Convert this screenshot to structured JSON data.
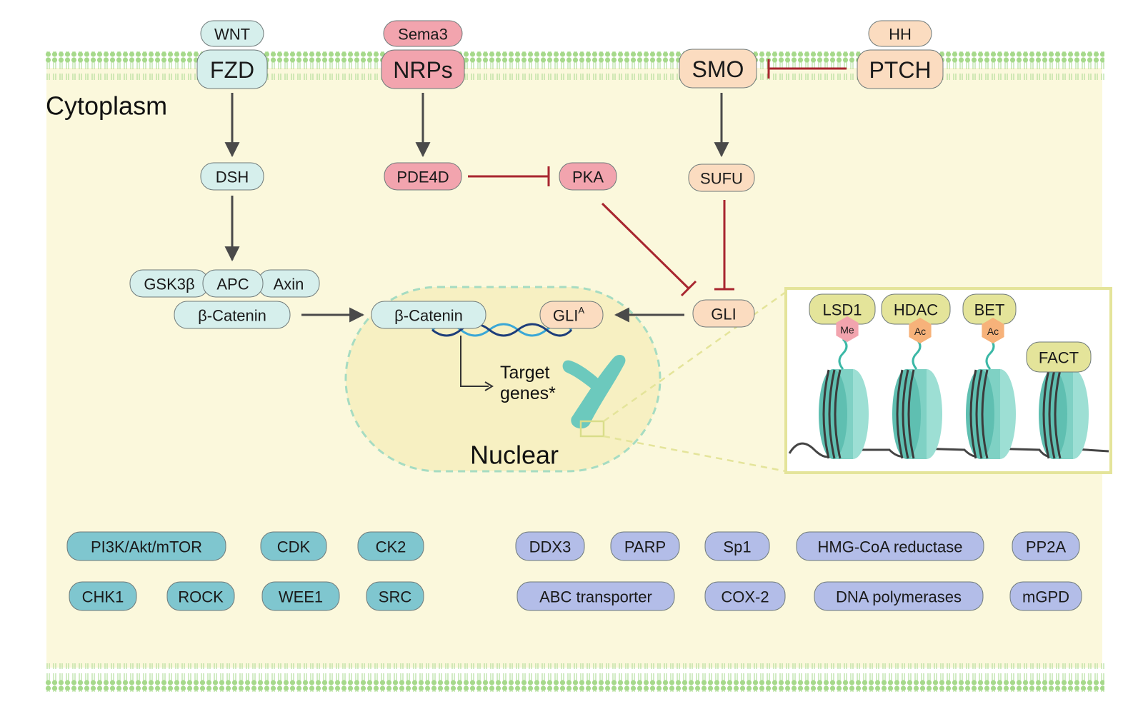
{
  "labels": {
    "cytoplasm": "Cytoplasm",
    "nuclear": "Nuclear",
    "target_genes_line1": "Target",
    "target_genes_line2": "genes*"
  },
  "colors": {
    "wnt": "#d6efec",
    "nrp": "#f2a4ae",
    "hh": "#fbdcc0",
    "epi": "#e4e49a",
    "kinase": "#7fc6cf",
    "other": "#b3bde8",
    "inhibit": "#a8262f",
    "arrow": "#4a4a4a",
    "cytoplasm_bg": "#fbf8dc",
    "membrane": "#a6d98b",
    "nucleosome": "#7fd1c4"
  },
  "membrane_proteins": {
    "wnt": "WNT",
    "fzd": "FZD",
    "sema3": "Sema3",
    "nrps": "NRPs",
    "smo": "SMO",
    "hh": "HH",
    "ptch": "PTCH"
  },
  "cytoplasm_proteins": {
    "dsh": "DSH",
    "pde4d": "PDE4D",
    "pka": "PKA",
    "sufu": "SUFU",
    "gsk3b": "GSK3β",
    "apc": "APC",
    "axin": "Axin",
    "bcat": "β-Catenin",
    "gli": "GLI"
  },
  "nuclear_proteins": {
    "bcat": "β-Catenin",
    "gli_a": "GLI",
    "gli_a_sup": "A"
  },
  "epigenetic": {
    "lsd1": "LSD1",
    "hdac": "HDAC",
    "bet": "BET",
    "fact": "FACT",
    "me": "Me",
    "ac1": "Ac",
    "ac2": "Ac"
  },
  "targets_row1_kinase": [
    "PI3K/Akt/mTOR",
    "CDK",
    "CK2"
  ],
  "targets_row2_kinase": [
    "CHK1",
    "ROCK",
    "WEE1",
    "SRC"
  ],
  "targets_row1_other": [
    "DDX3",
    "PARP",
    "Sp1",
    "HMG-CoA reductase",
    "PP2A"
  ],
  "targets_row2_other": [
    "ABC transporter",
    "COX-2",
    "DNA polymerases",
    "mGPD"
  ]
}
